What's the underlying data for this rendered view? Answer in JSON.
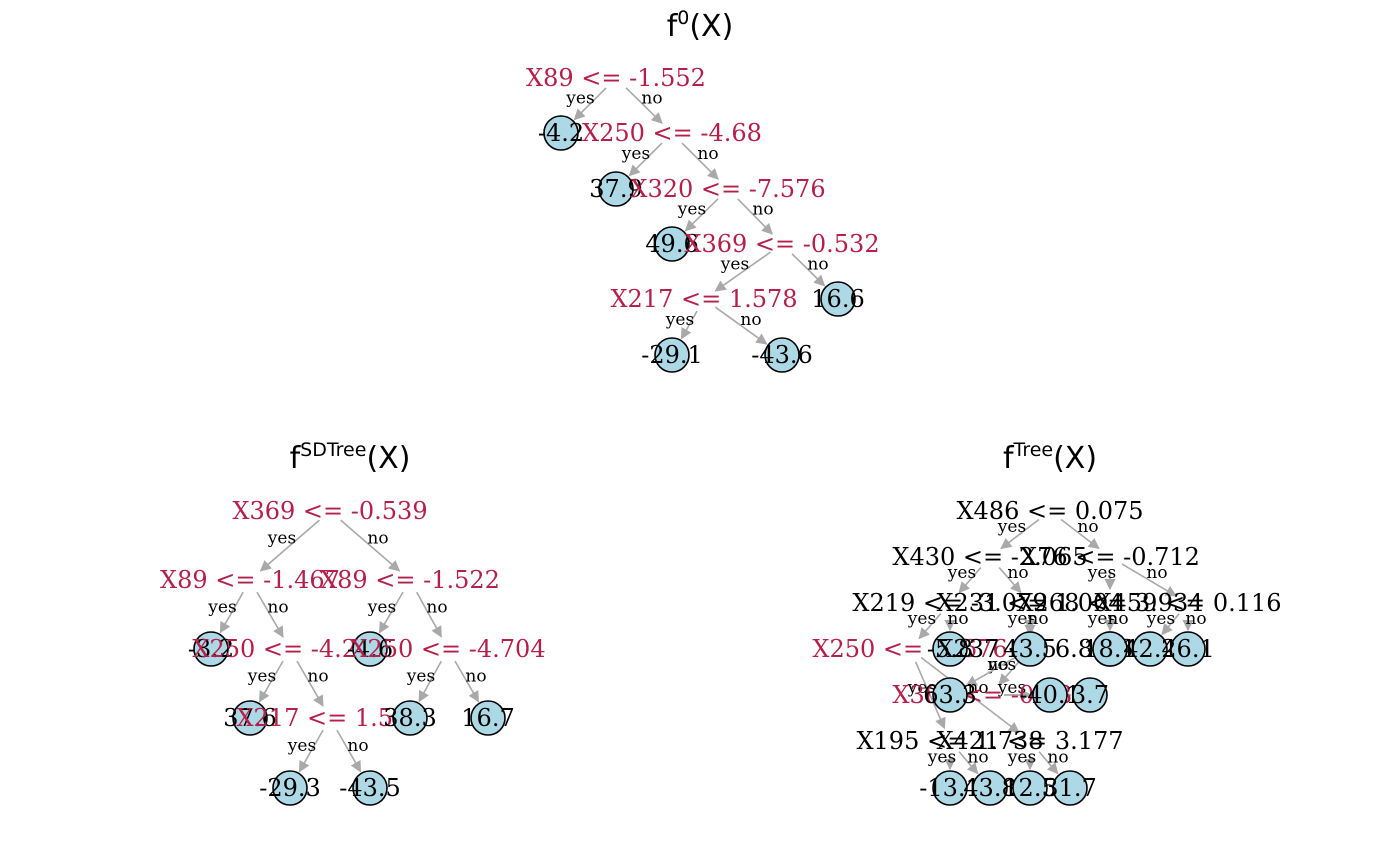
{
  "colors": {
    "split_highlight": "#b5204a",
    "split_plain": "#000000",
    "leaf_fill": "#add8e6",
    "edge": "#a9a9a9"
  },
  "panels": [
    {
      "id": "f0",
      "title": {
        "base": "f",
        "sup": "0",
        "suffix": "(X)"
      },
      "nodes": [
        {
          "id": "n1",
          "type": "split",
          "label": "X89 <= -1.552",
          "highlight": true
        },
        {
          "id": "n2",
          "type": "leaf",
          "label": "-4.2"
        },
        {
          "id": "n3",
          "type": "split",
          "label": "X250 <= -4.68",
          "highlight": true
        },
        {
          "id": "n4",
          "type": "leaf",
          "label": "37.9"
        },
        {
          "id": "n5",
          "type": "split",
          "label": "X320 <= -7.576",
          "highlight": true
        },
        {
          "id": "n6",
          "type": "leaf",
          "label": "49.6"
        },
        {
          "id": "n7",
          "type": "split",
          "label": "X369 <= -0.532",
          "highlight": true
        },
        {
          "id": "n8",
          "type": "split",
          "label": "X217 <= 1.578",
          "highlight": true
        },
        {
          "id": "n9",
          "type": "leaf",
          "label": "16.6"
        },
        {
          "id": "n10",
          "type": "leaf",
          "label": "-29.1"
        },
        {
          "id": "n11",
          "type": "leaf",
          "label": "-43.6"
        }
      ],
      "edges": [
        {
          "from": "n1",
          "to": "n2",
          "label": "yes"
        },
        {
          "from": "n1",
          "to": "n3",
          "label": "no"
        },
        {
          "from": "n3",
          "to": "n4",
          "label": "yes"
        },
        {
          "from": "n3",
          "to": "n5",
          "label": "no"
        },
        {
          "from": "n5",
          "to": "n6",
          "label": "yes"
        },
        {
          "from": "n5",
          "to": "n7",
          "label": "no"
        },
        {
          "from": "n7",
          "to": "n8",
          "label": "yes"
        },
        {
          "from": "n7",
          "to": "n9",
          "label": "no"
        },
        {
          "from": "n8",
          "to": "n10",
          "label": "yes"
        },
        {
          "from": "n8",
          "to": "n11",
          "label": "no"
        }
      ]
    },
    {
      "id": "sdtree",
      "title": {
        "base": "f",
        "sup": "SDTree",
        "suffix": "(X)"
      },
      "nodes": [
        {
          "id": "s1",
          "type": "split",
          "label": "X369 <= -0.539",
          "highlight": true
        },
        {
          "id": "s2",
          "type": "split",
          "label": "X89 <= -1.467",
          "highlight": true
        },
        {
          "id": "s3",
          "type": "split",
          "label": "X89 <= -1.522",
          "highlight": true
        },
        {
          "id": "s4",
          "type": "leaf",
          "label": "-3.2"
        },
        {
          "id": "s5",
          "type": "split",
          "label": "X250 <= -4.295",
          "highlight": true
        },
        {
          "id": "s6",
          "type": "leaf",
          "label": "-4.6"
        },
        {
          "id": "s7",
          "type": "split",
          "label": "X250 <= -4.704",
          "highlight": true
        },
        {
          "id": "s8",
          "type": "leaf",
          "label": "37.6"
        },
        {
          "id": "s9",
          "type": "split",
          "label": "X217 <= 1.578",
          "highlight": true
        },
        {
          "id": "s10",
          "type": "leaf",
          "label": "38.3"
        },
        {
          "id": "s11",
          "type": "leaf",
          "label": "16.7"
        },
        {
          "id": "s12",
          "type": "leaf",
          "label": "-29.3"
        },
        {
          "id": "s13",
          "type": "leaf",
          "label": "-43.5"
        }
      ],
      "edges": [
        {
          "from": "s1",
          "to": "s2",
          "label": "yes"
        },
        {
          "from": "s1",
          "to": "s3",
          "label": "no"
        },
        {
          "from": "s2",
          "to": "s4",
          "label": "yes"
        },
        {
          "from": "s2",
          "to": "s5",
          "label": "no"
        },
        {
          "from": "s3",
          "to": "s6",
          "label": "yes"
        },
        {
          "from": "s3",
          "to": "s7",
          "label": "no"
        },
        {
          "from": "s5",
          "to": "s8",
          "label": "yes"
        },
        {
          "from": "s5",
          "to": "s9",
          "label": "no"
        },
        {
          "from": "s7",
          "to": "s10",
          "label": "yes"
        },
        {
          "from": "s7",
          "to": "s11",
          "label": "no"
        },
        {
          "from": "s9",
          "to": "s12",
          "label": "yes"
        },
        {
          "from": "s9",
          "to": "s13",
          "label": "no"
        }
      ]
    },
    {
      "id": "tree",
      "title": {
        "base": "f",
        "sup": "Tree",
        "suffix": "(X)"
      },
      "nodes": [
        {
          "id": "t1",
          "type": "split",
          "label": "X486 <= 0.075",
          "highlight": false
        },
        {
          "id": "t2",
          "type": "split",
          "label": "X430 <= -2.065",
          "highlight": false
        },
        {
          "id": "t3",
          "type": "split",
          "label": "X76 <= -0.712",
          "highlight": false
        },
        {
          "id": "t4",
          "type": "split",
          "label": "X219 <= -3.079",
          "highlight": false
        },
        {
          "id": "t5",
          "type": "split",
          "label": "X231 <= 1.004",
          "highlight": false
        },
        {
          "id": "t6",
          "type": "split",
          "label": "X268 <= 3.934",
          "highlight": false
        },
        {
          "id": "t7",
          "type": "split",
          "label": "X459 <= 0.116",
          "highlight": false
        },
        {
          "id": "t8",
          "type": "split",
          "label": "X250 <= -4.676",
          "highlight": true
        },
        {
          "id": "t9",
          "type": "leaf",
          "label": "-5.8"
        },
        {
          "id": "t10",
          "type": "split",
          "label": "X237 <= 6.899",
          "highlight": false
        },
        {
          "id": "t11",
          "type": "leaf",
          "label": "43.5"
        },
        {
          "id": "t12",
          "type": "leaf",
          "label": "-3.6"
        },
        {
          "id": "t13",
          "type": "leaf",
          "label": "18.1"
        },
        {
          "id": "t14",
          "type": "leaf",
          "label": "42.4"
        },
        {
          "id": "t15",
          "type": "leaf",
          "label": "26.1"
        },
        {
          "id": "t16",
          "type": "split",
          "label": "X369 <= -0.539",
          "highlight": true
        },
        {
          "id": "t17",
          "type": "leaf",
          "label": "63.3"
        },
        {
          "id": "t18",
          "type": "leaf",
          "label": "-40.1"
        },
        {
          "id": "t19",
          "type": "leaf",
          "label": "3.7"
        },
        {
          "id": "t20",
          "type": "split",
          "label": "X195 <= 1.738",
          "highlight": false
        },
        {
          "id": "t21",
          "type": "split",
          "label": "X421 <= 3.177",
          "highlight": false
        },
        {
          "id": "t22",
          "type": "leaf",
          "label": "-13.1"
        },
        {
          "id": "t23",
          "type": "leaf",
          "label": "43.8"
        },
        {
          "id": "t24",
          "type": "leaf",
          "label": "12.5"
        },
        {
          "id": "t25",
          "type": "leaf",
          "label": "31.7"
        }
      ],
      "edges": [
        {
          "from": "t1",
          "to": "t2",
          "label": "yes"
        },
        {
          "from": "t1",
          "to": "t3",
          "label": "no"
        },
        {
          "from": "t2",
          "to": "t4",
          "label": "yes"
        },
        {
          "from": "t2",
          "to": "t5",
          "label": "no"
        },
        {
          "from": "t3",
          "to": "t6",
          "label": "yes"
        },
        {
          "from": "t3",
          "to": "t7",
          "label": "no"
        },
        {
          "from": "t4",
          "to": "t8",
          "label": "yes"
        },
        {
          "from": "t4",
          "to": "t9",
          "label": "no"
        },
        {
          "from": "t5",
          "to": "t10",
          "label": "yes"
        },
        {
          "from": "t5",
          "to": "t11",
          "label": "no"
        },
        {
          "from": "t6",
          "to": "t12",
          "label": "yes"
        },
        {
          "from": "t6",
          "to": "t13",
          "label": "no"
        },
        {
          "from": "t7",
          "to": "t14",
          "label": "yes"
        },
        {
          "from": "t7",
          "to": "t15",
          "label": "no"
        },
        {
          "from": "t10",
          "to": "t16",
          "label": "yes"
        },
        {
          "from": "t10",
          "to": "t17",
          "label": "no"
        },
        {
          "from": "t16",
          "to": "t18",
          "label": "yes"
        },
        {
          "from": "t16",
          "to": "t19",
          "label": "no"
        },
        {
          "from": "t8",
          "to": "t20",
          "label": "yes"
        },
        {
          "from": "t8",
          "to": "t21",
          "label": "no"
        },
        {
          "from": "t20",
          "to": "t22",
          "label": "yes"
        },
        {
          "from": "t20",
          "to": "t23",
          "label": "no"
        },
        {
          "from": "t21",
          "to": "t24",
          "label": "yes"
        },
        {
          "from": "t21",
          "to": "t25",
          "label": "no"
        }
      ]
    }
  ]
}
